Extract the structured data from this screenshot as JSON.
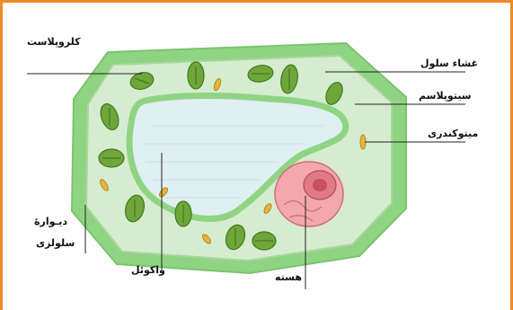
{
  "diagram": {
    "labels": {
      "chloroplast": "کلروپلاست",
      "cell_membrane": "غشاء سلول",
      "cytoplasm": "سیتوپلاسم",
      "mitochondria": "میتوکندری",
      "cellulose_wall_line1": "دیـوارهٔ",
      "cellulose_wall_line2": "سلولزی",
      "vacuole": "واکوئل",
      "nucleus": "هسته"
    },
    "colors": {
      "frame_border": "#f08a24",
      "cell_wall": "#8fd483",
      "cytoplasm": "#d6ecd0",
      "vacuole": "#dfeff2",
      "chloroplast": "#6ea63a",
      "nucleus": "#e07a84",
      "mitochondria": "#e3b63c"
    }
  }
}
